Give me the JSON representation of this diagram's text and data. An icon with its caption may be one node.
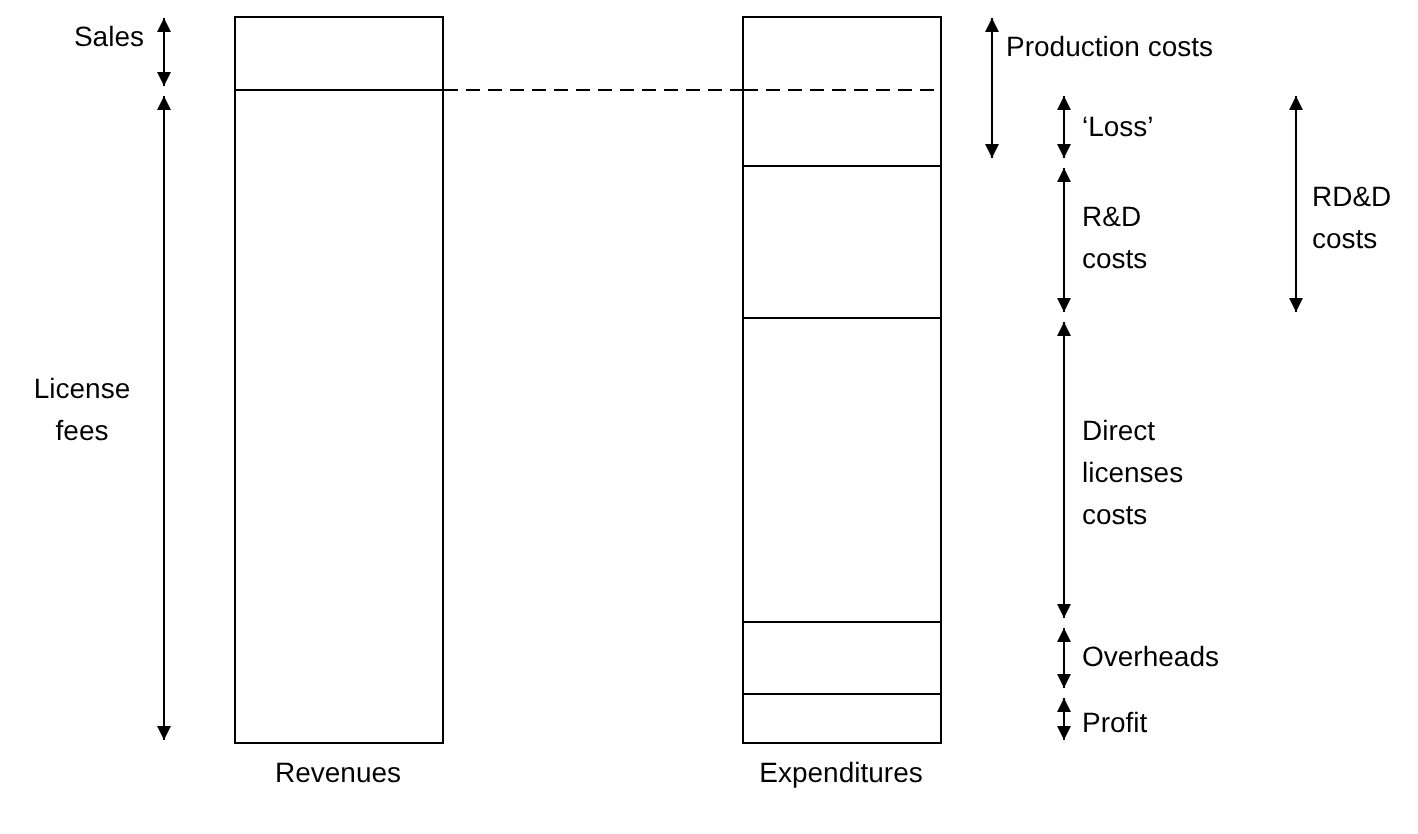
{
  "diagram": {
    "nodes": [
      {
        "text": [
          "Revenues"
        ]
      },
      {
        "text": [
          "Expenditures"
        ]
      }
    ],
    "edges": [
      {
        "from": 0,
        "to": 1,
        "arrow": "none",
        "style": "dashed"
      }
    ],
    "labels": [
      "Sales",
      "Production costs",
      "‘Loss’",
      "RD&D costs",
      "R&D costs",
      "License fees",
      "Direct licenses costs",
      "Overheads",
      "Profit"
    ]
  }
}
